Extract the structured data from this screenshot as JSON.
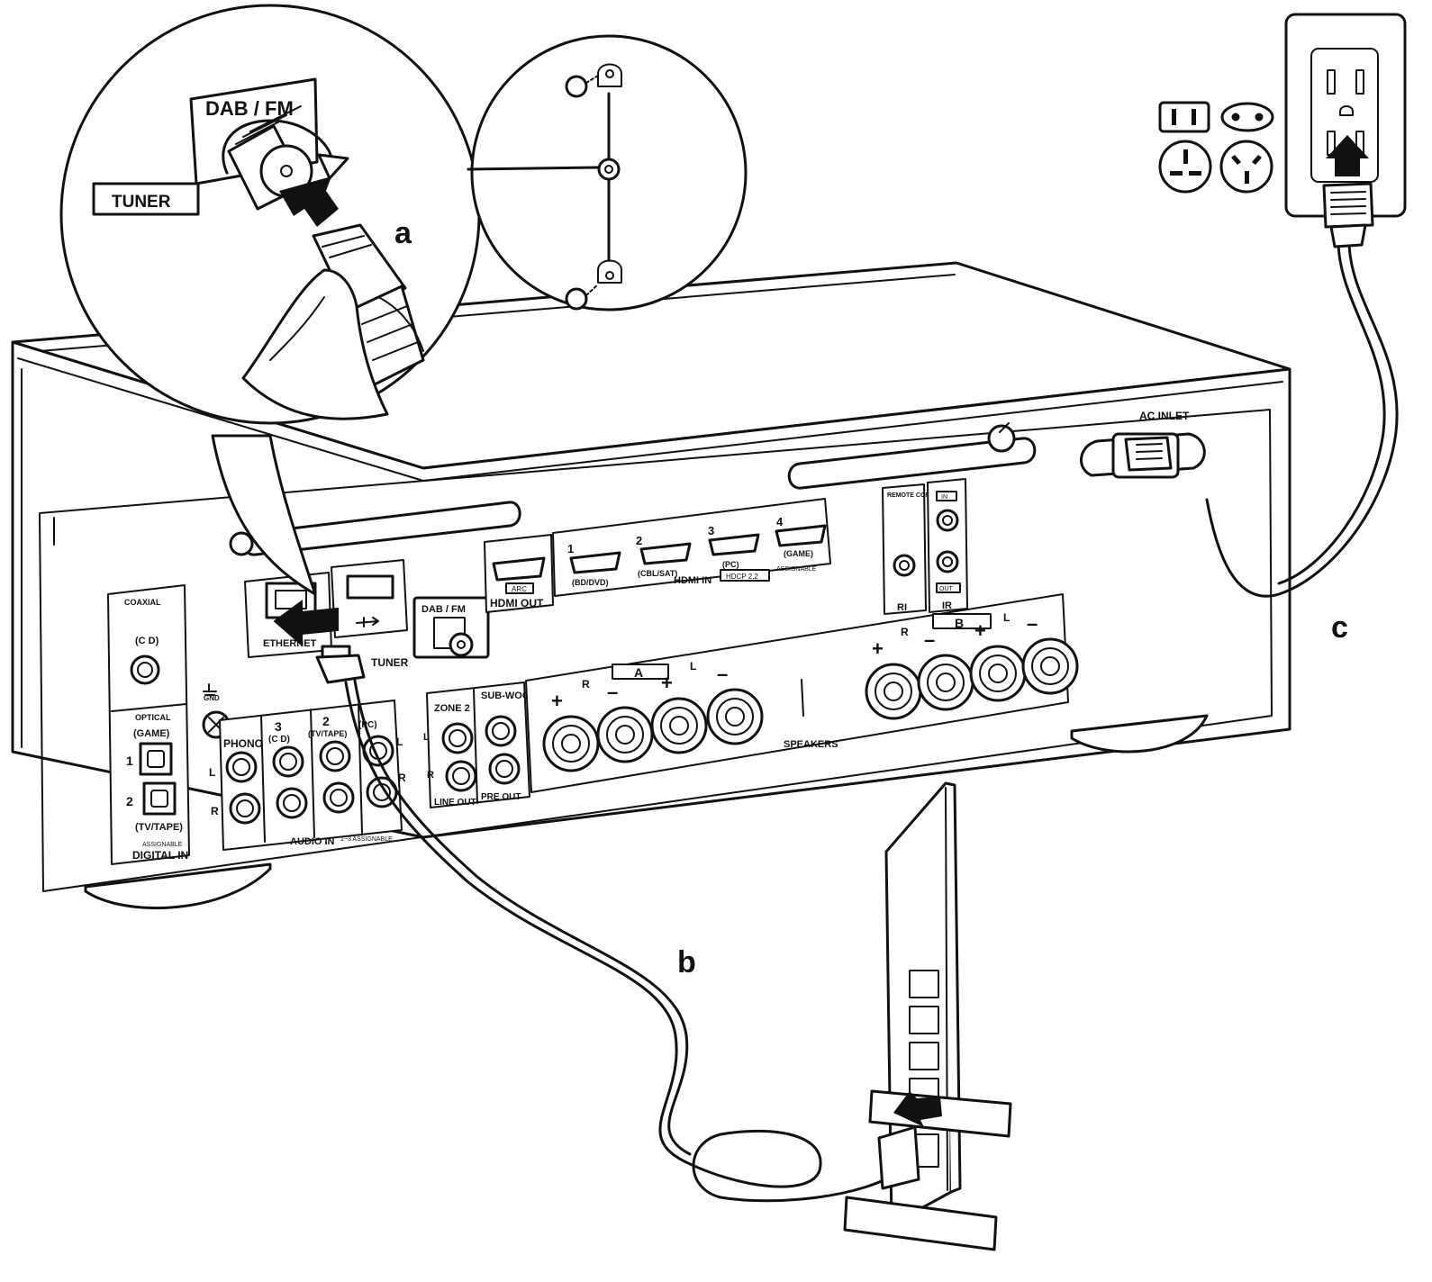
{
  "colors": {
    "line": "#111111",
    "fill": "#ffffff",
    "background": "#ffffff"
  },
  "callouts": {
    "a": "a",
    "b": "b",
    "c": "c"
  },
  "zoom_tuner": {
    "dabfm": "DAB / FM",
    "tuner": "TUNER"
  },
  "receiver": {
    "ac_inlet": "AC INLET",
    "ethernet": "ETHERNET",
    "tuner": "TUNER",
    "dabfm": "DAB / FM",
    "hdmi_out": "HDMI OUT",
    "arc": "ARC",
    "hdmi_in": "HDMI IN",
    "hdcp": "HDCP 2.2",
    "assignable": "ASSIGNABLE",
    "hdmi_ports": [
      {
        "num": "1",
        "name": "(BD/DVD)"
      },
      {
        "num": "2",
        "name": "(CBL/SAT)"
      },
      {
        "num": "3",
        "name": "(PC)"
      },
      {
        "num": "4",
        "name": "(GAME)"
      }
    ],
    "remote_control": "REMOTE CONTROL",
    "ri": "RI",
    "ir": "IR",
    "ir_in": "IN",
    "ir_out": "OUT",
    "coaxial": "COAXIAL",
    "coax_cd": "(C D)",
    "optical": "OPTICAL",
    "opt_game": "(GAME)",
    "opt_1": "1",
    "opt_2": "2",
    "opt_tvtape": "(TV/TAPE)",
    "digital_in_assign": "ASSIGNABLE",
    "digital_in": "DIGITAL IN",
    "gnd": "GND",
    "phono": "PHONO",
    "ain_3": "3",
    "ain_3_name": "(C D)",
    "ain_2": "2",
    "ain_2_name": "(TV/TAPE)",
    "ain_1_name": "(PC)",
    "audio_in": "AUDIO IN",
    "audio_in_assign": "1~3 ASSIGNABLE",
    "l": "L",
    "r": "R",
    "zone2": "ZONE 2",
    "subwoofer": "SUB-WOOFER",
    "line_out": "LINE OUT",
    "pre_out": "PRE OUT",
    "spk_a": "A",
    "spk_b": "B",
    "speakers": "SPEAKERS",
    "plus": "+",
    "minus": "–"
  }
}
